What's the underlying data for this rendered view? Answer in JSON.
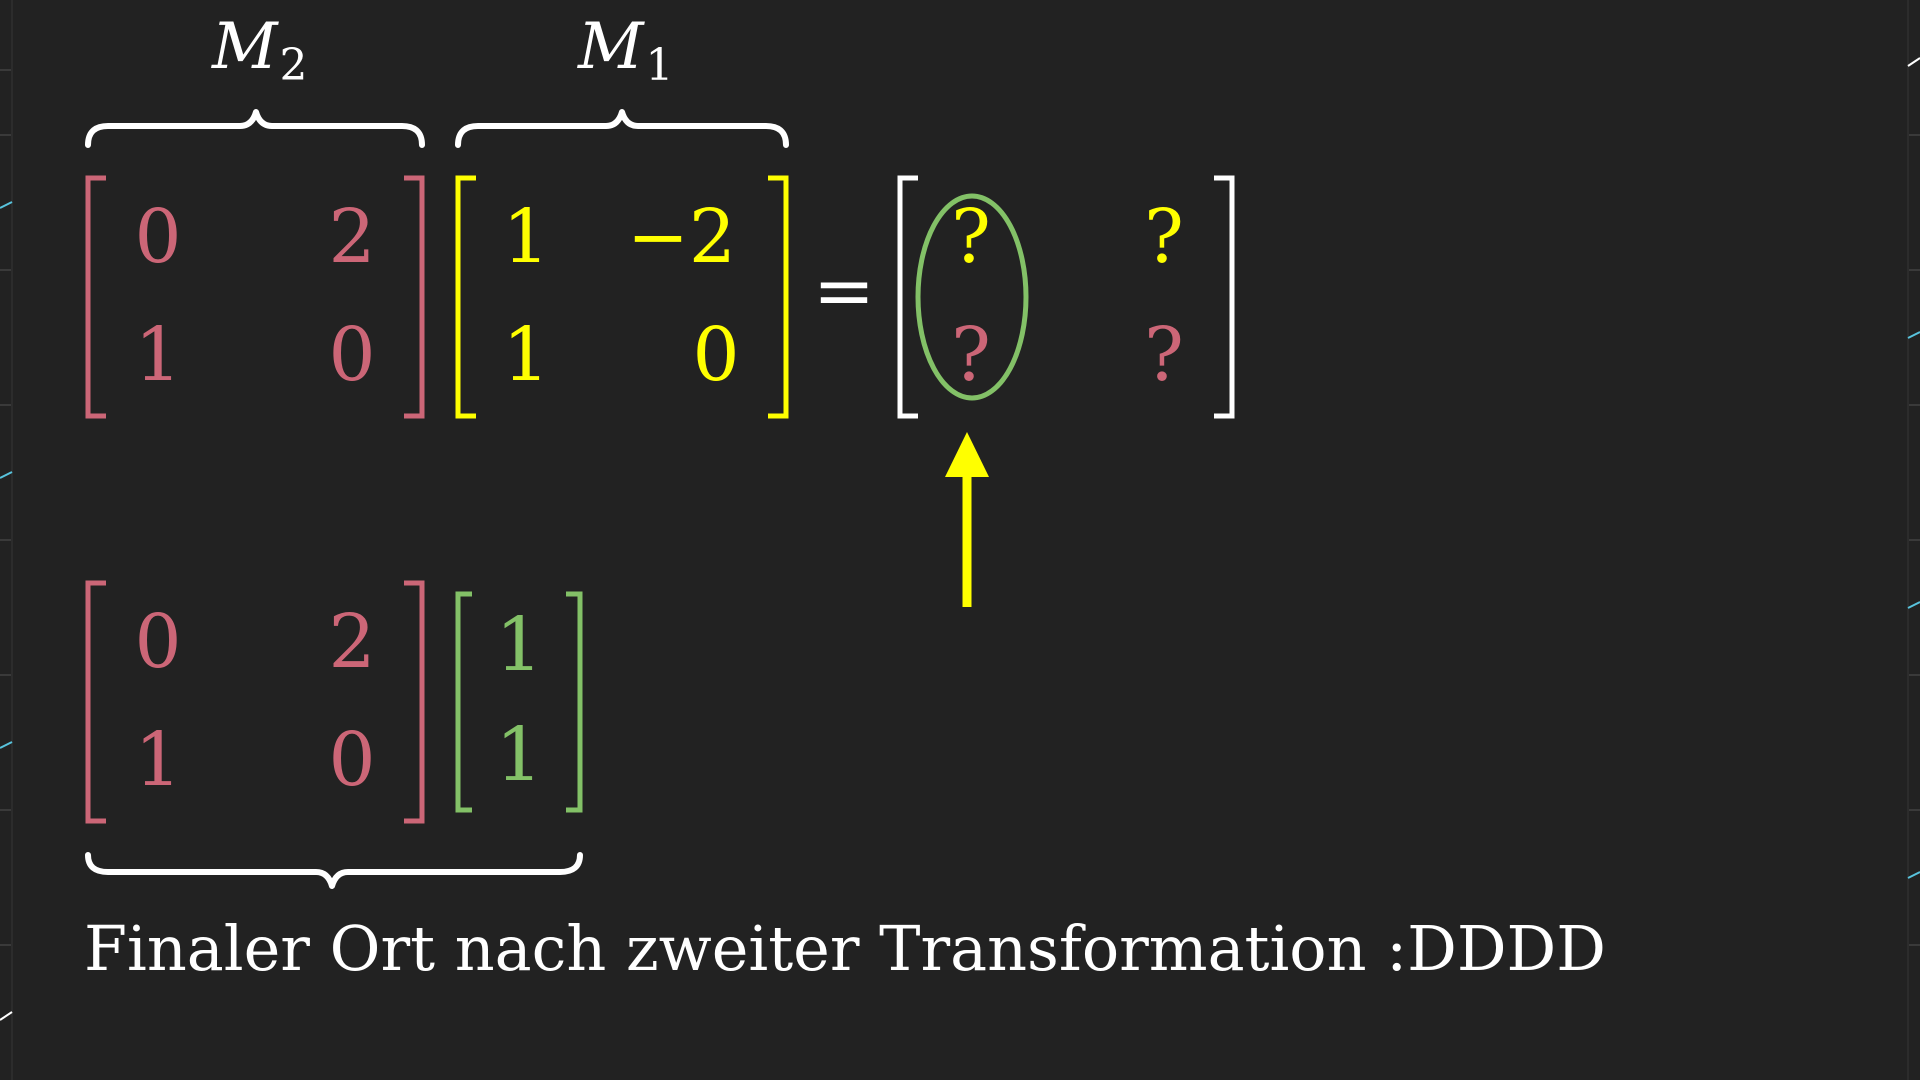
{
  "colors": {
    "background": "#222222",
    "pink": "#cc6677",
    "yellow": "#ffff00",
    "green": "#83c167",
    "white": "#ffffff",
    "blue": "#58c4dd"
  },
  "equation": {
    "m2": {
      "label": "M",
      "subscript": "2",
      "rows": [
        [
          "0",
          "2"
        ],
        [
          "1",
          "0"
        ]
      ]
    },
    "m1": {
      "label": "M",
      "subscript": "1",
      "rows": [
        [
          "1",
          "−2"
        ],
        [
          "1",
          "0"
        ]
      ]
    },
    "equals": "=",
    "result": {
      "rows": [
        [
          "?",
          "?"
        ],
        [
          "?",
          "?"
        ]
      ]
    }
  },
  "vector_product": {
    "matrix": {
      "rows": [
        [
          "0",
          "2"
        ],
        [
          "1",
          "0"
        ]
      ]
    },
    "vector": [
      "1",
      "1"
    ],
    "caption": "Finaler Ort nach zweiter Transformation :DDDD"
  }
}
